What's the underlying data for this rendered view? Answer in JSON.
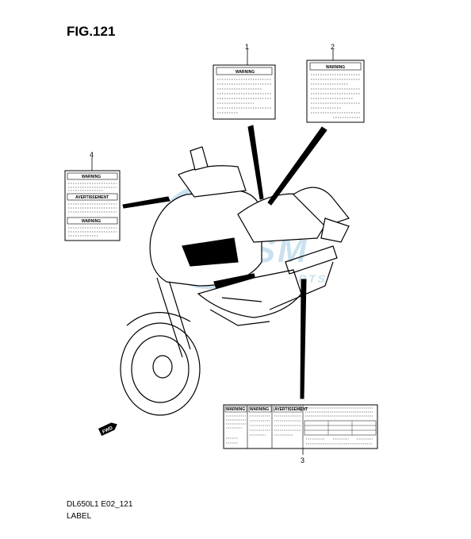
{
  "figure": {
    "title": "FIG.121",
    "model_code": "DL650L1 E02_121",
    "section": "LABEL"
  },
  "watermark": {
    "brand": "MOTORPARTS",
    "color": "#b9d8ea"
  },
  "callouts": [
    {
      "number": "1",
      "label_heading": "WARNING"
    },
    {
      "number": "2",
      "label_heading": "WARNING"
    },
    {
      "number": "3",
      "label_headings": [
        "WARNING",
        "WARNING",
        "AVERTISSEMENT"
      ]
    },
    {
      "number": "4",
      "label_headings": [
        "WARNING",
        "AVERTISSEMENT",
        "WARNING"
      ]
    }
  ],
  "direction_tag": "FWD"
}
